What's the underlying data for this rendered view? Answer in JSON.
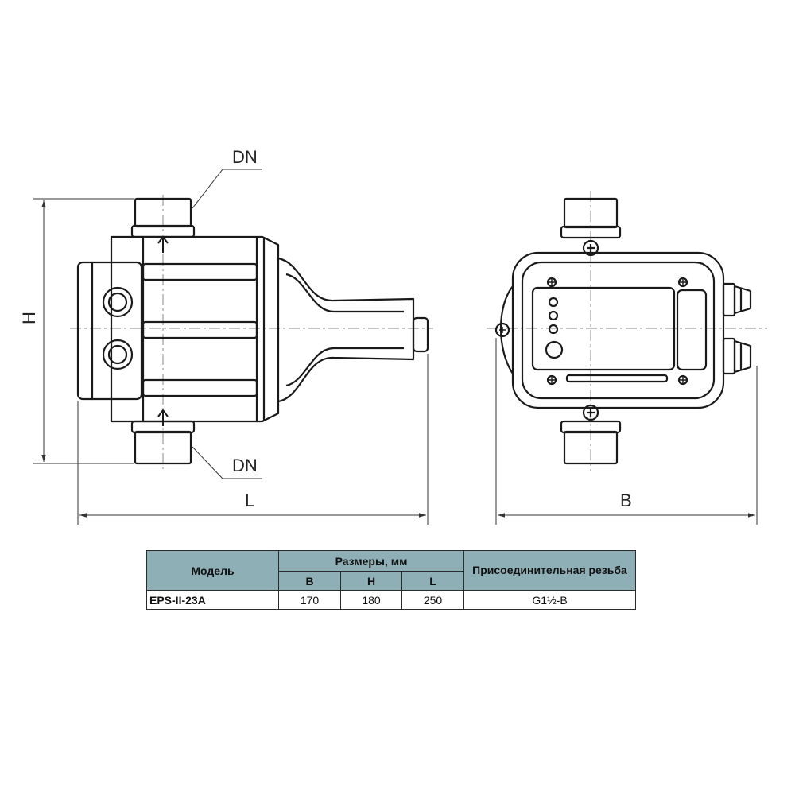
{
  "drawing": {
    "labels": {
      "dn_top": "DN",
      "dn_bottom": "DN",
      "height": "H",
      "length": "L",
      "width": "B"
    }
  },
  "table": {
    "header_model": "Модель",
    "header_dimensions": "Размеры, мм",
    "header_connection": "Присоединительная резьба",
    "col_b": "B",
    "col_h": "H",
    "col_l": "L",
    "rows": [
      {
        "model": "EPS-II-23A",
        "b": "170",
        "h": "180",
        "l": "250",
        "thread": "G1½-B"
      }
    ]
  },
  "colors": {
    "table_header": "#8fafb6",
    "line": "#1a1a1a"
  }
}
